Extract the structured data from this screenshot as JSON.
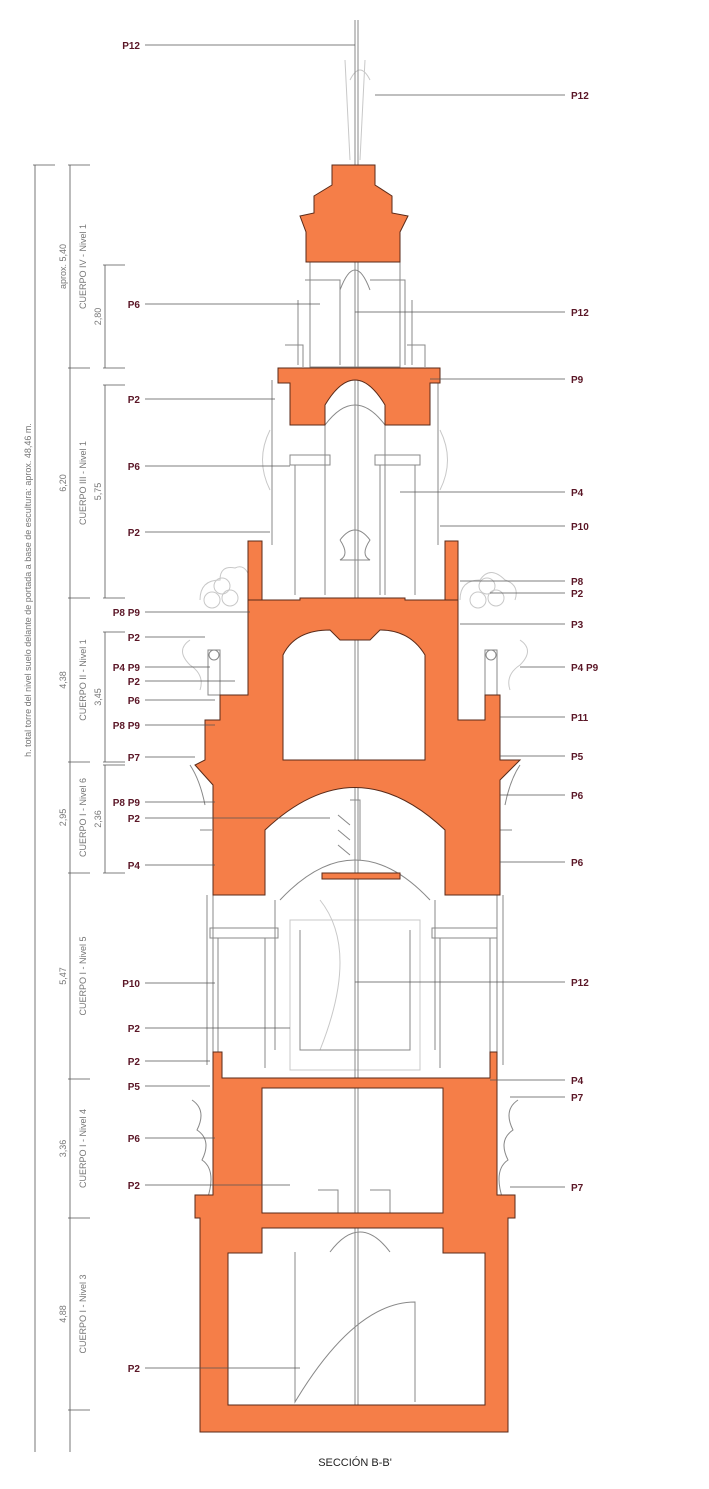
{
  "drawing_title": "SECCIÓN B-B'",
  "section_color": "#f57e48",
  "label_color": "#5a1626",
  "total_height_note": "h. total torre del nivel suelo delante de portada a base de escultura: aprox. 48,46 m.",
  "body_dimensions": [
    {
      "value": "aprox. 5,40",
      "name": "CUERPO IV - Nivel 1"
    },
    {
      "value": "6,20",
      "name": "CUERPO III - Nivel 1"
    },
    {
      "value": "4,38",
      "name": "CUERPO II - Nivel 1"
    },
    {
      "value": "2,95",
      "name": "CUERPO I - Nivel 6"
    },
    {
      "value": "5,47",
      "name": "CUERPO I - Nivel 5"
    },
    {
      "value": "3,36",
      "name": "CUERPO I - Nivel 4"
    },
    {
      "value": "4,88",
      "name": "CUERPO I - Nivel 3"
    }
  ],
  "inner_dimensions": [
    "2,80",
    "5,75",
    "3,45",
    "2,36"
  ],
  "left_labels": [
    "P12",
    "P6",
    "P2",
    "P6",
    "P2",
    "P8 P9",
    "P2",
    "P4 P9",
    "P2",
    "P6",
    "P8 P9",
    "P7",
    "P8 P9",
    "P2",
    "P4",
    "P10",
    "P2",
    "P2",
    "P5",
    "P6",
    "P2",
    "P2"
  ],
  "right_labels": [
    "P12",
    "P12",
    "P9",
    "P4",
    "P10",
    "P8",
    "P2",
    "P3",
    "P4 P9",
    "P11",
    "P5",
    "P6",
    "P6",
    "P12",
    "P4",
    "P7",
    "P7"
  ]
}
